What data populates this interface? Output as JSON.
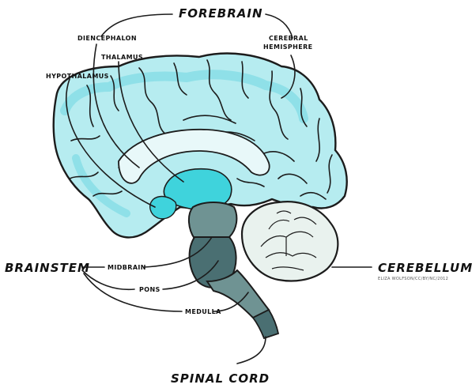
{
  "labels": {
    "forebrain": "FOREBRAIN",
    "diencephalon": "DIENCEPHALON",
    "thalamus": "THALAMUS",
    "hypothalamus": "HYPOTHALAMUS",
    "cerebral_hemisphere_line1": "CEREBRAL",
    "cerebral_hemisphere_line2": "HEMISPHERE",
    "brainstem": "BRAINSTEM",
    "midbrain": "MIDBRAIN",
    "pons": "PONS",
    "medulla": "MEDULLA",
    "cerebellum": "CEREBELLUM",
    "spinal_cord": "SPINAL CORD",
    "credit": "ELIZA WOLFSON/CC/BY/NC/2012"
  },
  "colors": {
    "cortex_fill": "#b6ecf0",
    "cortex_shadow": "#86dde6",
    "deep_fill": "#3fd3dc",
    "brainstem_light": "#6f9393",
    "brainstem_dark": "#4a6f72",
    "cerebellum_fill": "#e9f2ee",
    "outline": "#1c1c1c"
  }
}
